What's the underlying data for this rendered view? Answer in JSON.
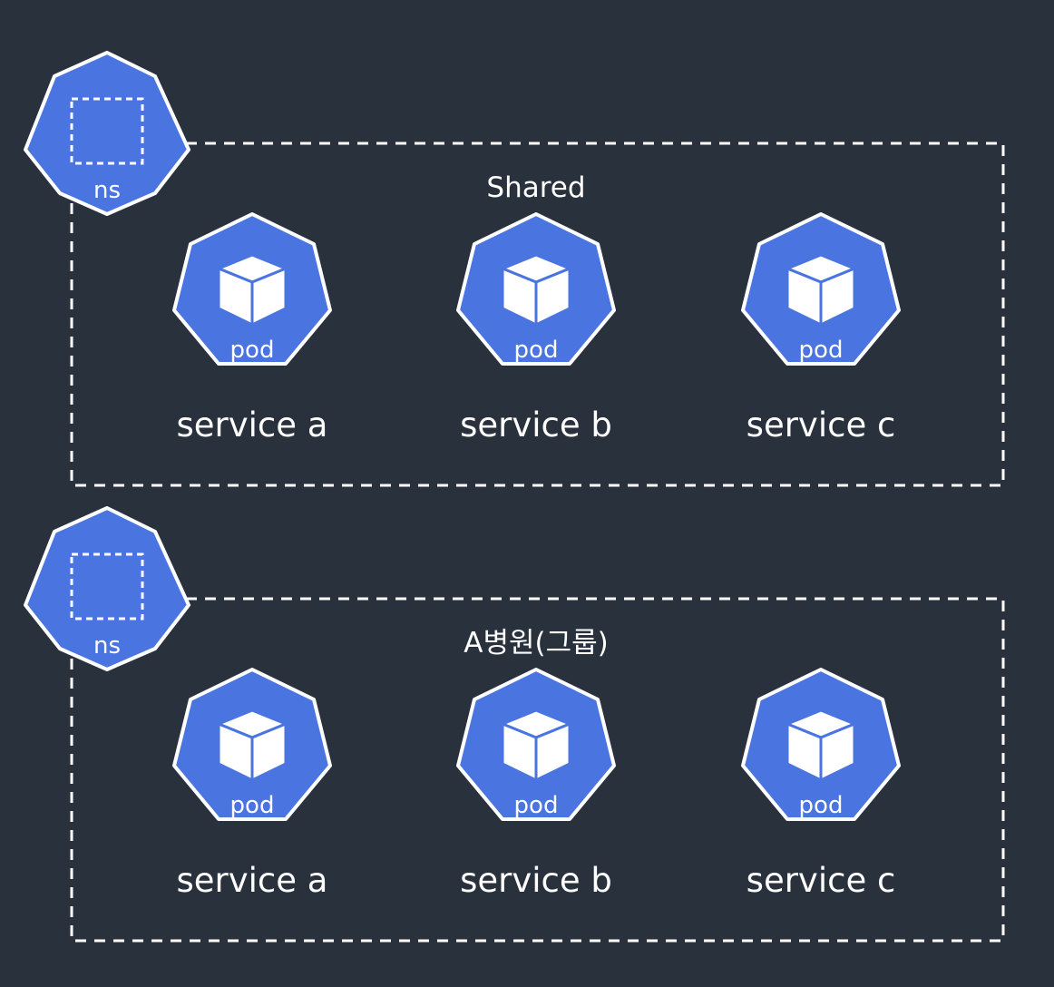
{
  "diagram": {
    "colors": {
      "background": "#29313d",
      "node_fill": "#4a74df",
      "stroke": "#ffffff"
    },
    "groups": [
      {
        "title": "Shared",
        "namespace_label": "ns",
        "namespace_icon": "namespace-icon",
        "services": [
          {
            "name": "service a",
            "pod_label": "pod",
            "icon": "pod-cube-icon"
          },
          {
            "name": "service b",
            "pod_label": "pod",
            "icon": "pod-cube-icon"
          },
          {
            "name": "service c",
            "pod_label": "pod",
            "icon": "pod-cube-icon"
          }
        ]
      },
      {
        "title": "A병원(그룹)",
        "namespace_label": "ns",
        "namespace_icon": "namespace-icon",
        "services": [
          {
            "name": "service a",
            "pod_label": "pod",
            "icon": "pod-cube-icon"
          },
          {
            "name": "service b",
            "pod_label": "pod",
            "icon": "pod-cube-icon"
          },
          {
            "name": "service c",
            "pod_label": "pod",
            "icon": "pod-cube-icon"
          }
        ]
      }
    ]
  }
}
